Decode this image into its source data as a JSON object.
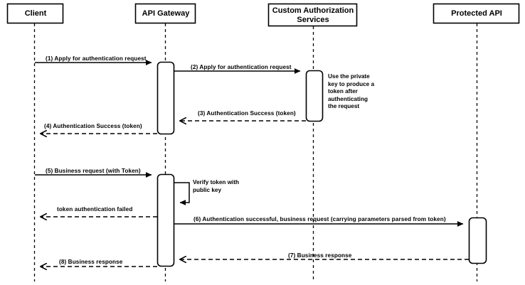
{
  "diagram": {
    "kind": "uml-sequence-diagram",
    "title": "API Gateway token authentication sequence",
    "background_color": "#ffffff",
    "line_color": "#000000",
    "box_fill": "#ffffff"
  },
  "participants": [
    {
      "id": "client",
      "label": "Client"
    },
    {
      "id": "api-gateway",
      "label": "API Gateway"
    },
    {
      "id": "custom-auth",
      "label": "Custom Authorization Services"
    },
    {
      "id": "protected-api",
      "label": "Protected API"
    }
  ],
  "messages": [
    {
      "id": "m1",
      "label": "(1) Apply for authentication request",
      "from": "client",
      "to": "api-gateway",
      "style": "solid"
    },
    {
      "id": "m2",
      "label": "(2) Apply for authentication request",
      "from": "api-gateway",
      "to": "custom-auth",
      "style": "solid"
    },
    {
      "id": "m3",
      "label": "(3) Authentication Success (token)",
      "from": "custom-auth",
      "to": "api-gateway",
      "style": "dashed"
    },
    {
      "id": "m4",
      "label": "(4) Authentication Success (token)",
      "from": "api-gateway",
      "to": "client",
      "style": "dashed"
    },
    {
      "id": "m5",
      "label": "(5) Business request (with Token)",
      "from": "client",
      "to": "api-gateway",
      "style": "solid"
    },
    {
      "id": "m-fail",
      "label": "token authentication failed",
      "from": "api-gateway",
      "to": "client",
      "style": "dashed"
    },
    {
      "id": "m6",
      "label": "(6) Authentication successful, business request (carrying parameters parsed from token)",
      "from": "api-gateway",
      "to": "protected-api",
      "style": "solid"
    },
    {
      "id": "m7",
      "label": "(7) Business response",
      "from": "protected-api",
      "to": "api-gateway",
      "style": "dashed"
    },
    {
      "id": "m8",
      "label": "(8) Business response",
      "from": "api-gateway",
      "to": "client",
      "style": "dashed"
    }
  ],
  "self_messages": [
    {
      "id": "s1",
      "label": "Verify token with public key",
      "on": "api-gateway"
    }
  ],
  "notes": [
    {
      "id": "n1",
      "label": "Use the private key to produce a token after authenticating the request",
      "on": "custom-auth"
    }
  ]
}
